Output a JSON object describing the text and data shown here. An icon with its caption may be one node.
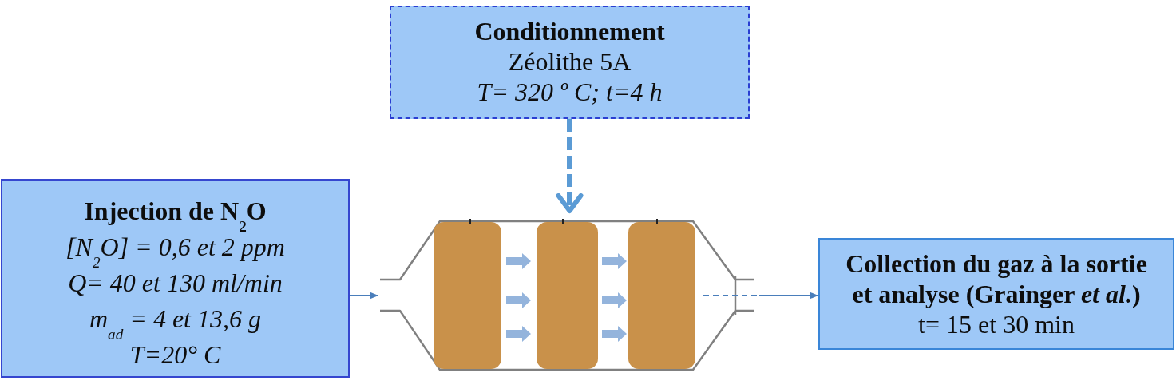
{
  "diagram": {
    "nodes": [
      {
        "text": [
          "Conditionnement",
          "Zéolithe 5A",
          "T= 320 º C; t=4 h"
        ]
      },
      {
        "text": [
          "Injection de N$_{2}$O",
          "[N$_{2}$O] = 0,6 et 2 ppm",
          "Q= 40 et 130 ml/min",
          "m$_{ad}$ = 4 et 13,6 g",
          "T=20° C"
        ]
      },
      {
        "text": [],
        "shape": "picture"
      },
      {
        "text": [
          "Collection du gaz à la sortie et analyse (Grainger *et al.*)",
          "t= 15 et 30 min"
        ]
      }
    ],
    "edges": [
      {
        "from": 0,
        "to": 2,
        "arrow": "to",
        "style": "dashed",
        "color": "#5b9bd5"
      },
      {
        "from": 1,
        "to": 2,
        "arrow": "to"
      },
      {
        "from": 2,
        "to": 3,
        "arrow": "to"
      }
    ]
  }
}
